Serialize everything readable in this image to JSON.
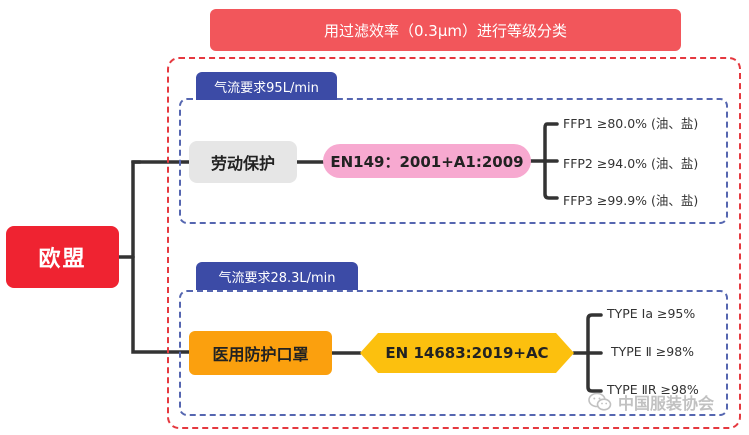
{
  "title": "用过滤效率（0.3μm）进行等级分类",
  "root": {
    "label": "欧盟"
  },
  "groups": [
    {
      "requirement": "气流要求95L/min",
      "category": "劳动保护",
      "standard": "EN149：2001+A1:2009",
      "levels": [
        "FFP1 ≥80.0% (油、盐)",
        "FFP2 ≥94.0% (油、盐)",
        "FFP3  ≥99.9% (油、盐)"
      ]
    },
    {
      "requirement": "气流要求28.3L/min",
      "category": "医用防护口罩",
      "standard": "EN 14683:2019+AC",
      "levels": [
        "TYPE Ⅰa ≥95%",
        "TYPE Ⅱ  ≥98%",
        "TYPE ⅡR  ≥98%"
      ]
    }
  ],
  "watermark": "中国服装协会",
  "colors": {
    "title_bg": "#f2565b",
    "root_bg": "#ef2331",
    "tab_bg": "#3c4ba6",
    "labor_bg": "#e6e6e6",
    "medical_bg": "#fba00e",
    "en149_bg": "#f7a9d0",
    "en14683_bg": "#fcc00e",
    "connector": "#333333"
  }
}
